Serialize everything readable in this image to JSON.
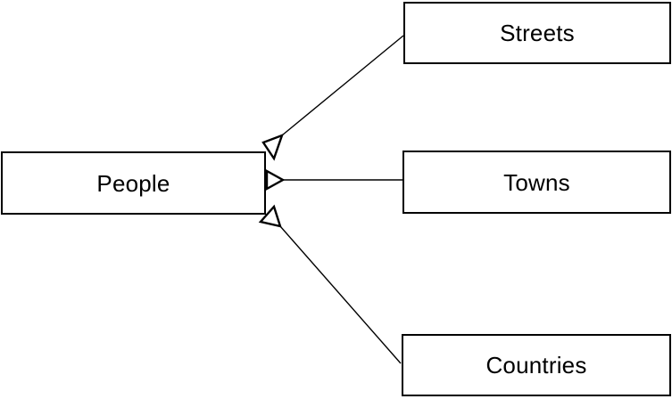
{
  "diagram": {
    "background_color": "#ffffff",
    "line_color": "#000000",
    "text_color": "#000000",
    "nodes": {
      "people": {
        "label": "People"
      },
      "streets": {
        "label": "Streets"
      },
      "towns": {
        "label": "Towns"
      },
      "countries": {
        "label": "Countries"
      }
    },
    "connectors": [
      {
        "from": "Streets",
        "to": "People",
        "arrowhead": "hollow-triangle"
      },
      {
        "from": "Towns",
        "to": "People",
        "arrowhead": "hollow-triangle"
      },
      {
        "from": "Countries",
        "to": "People",
        "arrowhead": "hollow-triangle"
      }
    ]
  }
}
